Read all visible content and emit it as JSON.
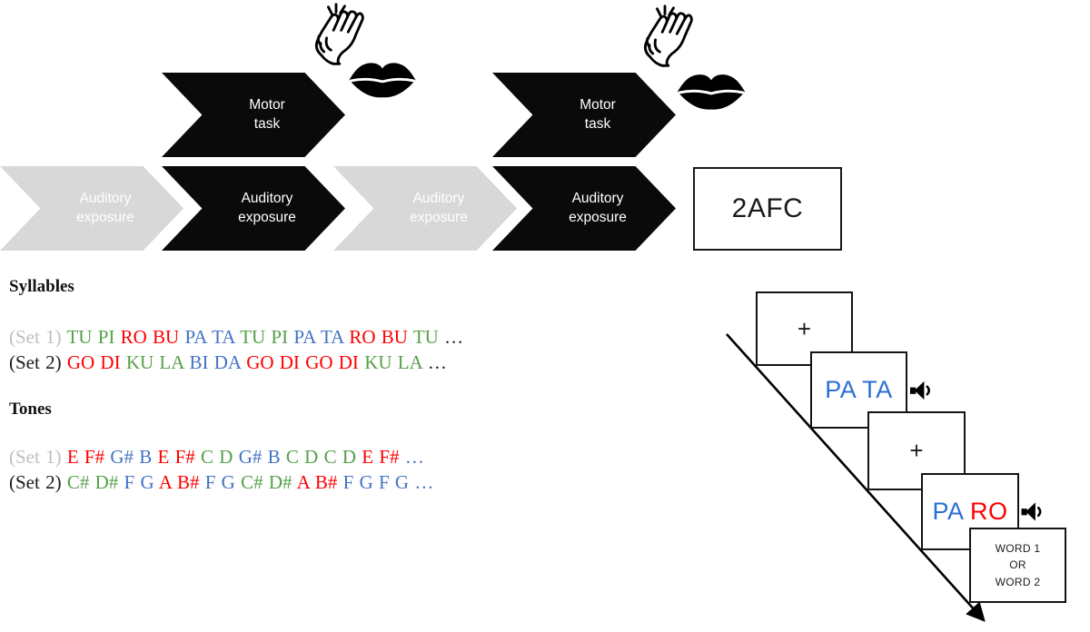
{
  "colors": {
    "green": "#56A049",
    "red": "#FE0000",
    "blue": "#4472C4",
    "screen_blue": "#2B6FD4",
    "gray_label": "#BFBFBF",
    "ink": "#1b1b1b",
    "chevron_gray": "#D8D8D8",
    "chevron_black": "#0A0A0A"
  },
  "flow": {
    "motor_tasks": [
      {
        "line1": "Motor",
        "line2": "task"
      },
      {
        "line1": "Motor",
        "line2": "task"
      }
    ],
    "auditory": [
      {
        "line1": "Auditory",
        "line2": "exposure",
        "variant": "gray"
      },
      {
        "line1": "Auditory",
        "line2": "exposure",
        "variant": "black"
      },
      {
        "line1": "Auditory",
        "line2": "exposure",
        "variant": "gray"
      },
      {
        "line1": "Auditory",
        "line2": "exposure",
        "variant": "black"
      }
    ],
    "afc_label": "2AFC",
    "icons": [
      "clapping-hands",
      "lips",
      "clapping-hands",
      "lips"
    ]
  },
  "stimuli": {
    "syllables_heading": "Syllables",
    "tones_heading": "Tones",
    "syllables_set1_tokens": [
      {
        "t": "(Set 1)",
        "c": "gray_label"
      },
      {
        "t": "TU PI",
        "c": "green"
      },
      {
        "t": "RO BU",
        "c": "red"
      },
      {
        "t": "PA TA",
        "c": "blue"
      },
      {
        "t": "TU PI",
        "c": "green"
      },
      {
        "t": "PA TA",
        "c": "blue"
      },
      {
        "t": "RO BU",
        "c": "red"
      },
      {
        "t": "TU",
        "c": "green"
      },
      {
        "t": " …",
        "c": "ink"
      }
    ],
    "syllables_set2_tokens": [
      {
        "t": "(Set 2)",
        "c": "ink"
      },
      {
        "t": "GO DI",
        "c": "red"
      },
      {
        "t": "KU LA",
        "c": "green"
      },
      {
        "t": " BI DA",
        "c": "blue"
      },
      {
        "t": "GO DI",
        "c": "red"
      },
      {
        "t": "GO DI",
        "c": "red"
      },
      {
        "t": "KU LA",
        "c": "green"
      },
      {
        "t": "…",
        "c": "ink"
      }
    ],
    "tones_set1_tokens": [
      {
        "t": "(Set 1)",
        "c": "gray_label"
      },
      {
        "t": "E F#",
        "c": "red"
      },
      {
        "t": "G# B",
        "c": "blue"
      },
      {
        "t": "E F#",
        "c": "red"
      },
      {
        "t": "C D",
        "c": "green"
      },
      {
        "t": "G# B",
        "c": "blue"
      },
      {
        "t": "C D",
        "c": "green"
      },
      {
        "t": "C D",
        "c": "green"
      },
      {
        "t": "E F#",
        "c": "red"
      },
      {
        "t": "…",
        "c": "blue"
      }
    ],
    "tones_set2_tokens": [
      {
        "t": "(Set 2)",
        "c": "ink"
      },
      {
        "t": "C# D#",
        "c": "green"
      },
      {
        "t": "F G",
        "c": "blue"
      },
      {
        "t": "A B#",
        "c": "red"
      },
      {
        "t": "F G",
        "c": "blue"
      },
      {
        "t": "C# D#",
        "c": "green"
      },
      {
        "t": "A B#",
        "c": "red"
      },
      {
        "t": "F G",
        "c": "blue"
      },
      {
        "t": "F G",
        "c": "blue"
      },
      {
        "t": "…",
        "c": "blue"
      }
    ]
  },
  "trial": {
    "screens": [
      {
        "kind": "fixation",
        "tokens": [
          {
            "t": "+",
            "c": "ink"
          }
        ]
      },
      {
        "kind": "stimulus",
        "tokens": [
          {
            "t": "PA TA",
            "c": "screen_blue"
          }
        ],
        "speaker": true
      },
      {
        "kind": "fixation",
        "tokens": [
          {
            "t": "+",
            "c": "ink"
          }
        ]
      },
      {
        "kind": "stimulus",
        "tokens": [
          {
            "t": "PA",
            "c": "screen_blue"
          },
          {
            "t": "RO",
            "c": "red"
          }
        ],
        "speaker": true
      },
      {
        "kind": "choice",
        "lines": [
          "WORD 1",
          "OR",
          "WORD 2"
        ]
      }
    ]
  }
}
